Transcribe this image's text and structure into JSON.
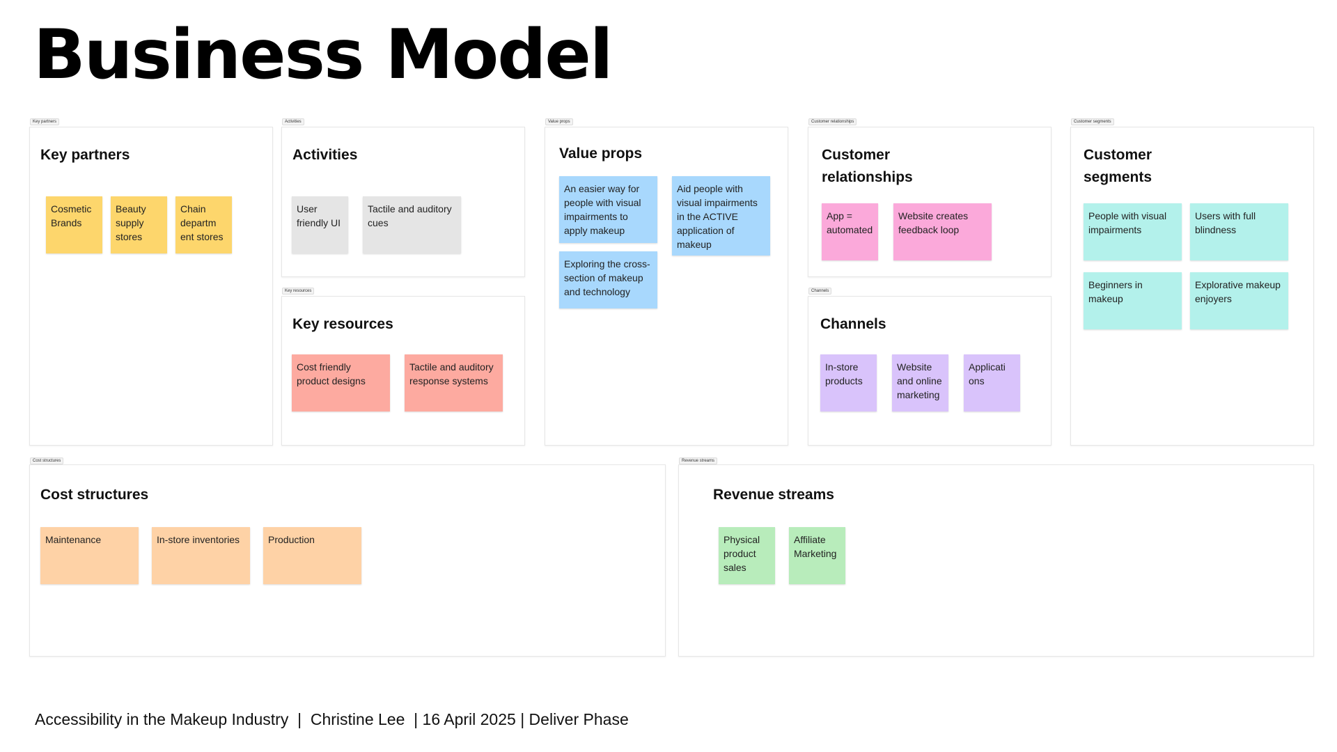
{
  "title": "Business Model",
  "sections": {
    "key_partners": {
      "tag": "Key partners",
      "title": "Key partners",
      "notes": [
        "Cosmetic Brands",
        "Beauty supply stores",
        "Chain departm ent stores"
      ]
    },
    "activities": {
      "tag": "Activities",
      "title": "Activities",
      "notes": [
        "User friendly UI",
        "Tactile and auditory cues"
      ]
    },
    "key_resources": {
      "tag": "Key resources",
      "title": "Key resources",
      "notes": [
        "Cost friendly product designs",
        "Tactile and auditory response systems"
      ]
    },
    "value_props": {
      "tag": "Value props",
      "title": "Value props",
      "notes": [
        "An easier way for people with visual impairments to apply makeup",
        "Aid people with visual impairments in the ACTIVE application of makeup",
        "Exploring the cross-section of makeup and technology"
      ]
    },
    "customer_relationships": {
      "tag": "Customer relationships",
      "title": "Customer relationships",
      "notes": [
        "App = automated",
        "Website creates feedback loop"
      ]
    },
    "channels": {
      "tag": "Channels",
      "title": "Channels",
      "notes": [
        "In-store products",
        "Website and online marketing",
        "Applicati ons"
      ]
    },
    "customer_segments": {
      "tag": "Customer segments",
      "title": "Customer segments",
      "notes": [
        "People with visual impairments",
        "Users with full blindness",
        "Beginners in makeup",
        "Explorative makeup enjoyers"
      ]
    },
    "cost_structures": {
      "tag": "Cost structures",
      "title": "Cost structures",
      "notes": [
        "Maintenance",
        "In-store inventories",
        "Production"
      ]
    },
    "revenue_streams": {
      "tag": "Revenue streams",
      "title": "Revenue streams",
      "notes": [
        "Physical product sales",
        "Affiliate Marketing"
      ]
    }
  },
  "footer": "Accessibility in the Makeup Industry  |  Christine Lee  | 16 April 2025 | Deliver Phase",
  "colors": {
    "yellow": "#fdd66c",
    "gray": "#e5e5e5",
    "blue": "#a8d8fd",
    "pink": "#fba9da",
    "teal": "#b3f1eb",
    "salmon": "#fdaaa0",
    "purple": "#d9c3fb",
    "peach": "#fed2a6",
    "green": "#b8ecbb"
  }
}
